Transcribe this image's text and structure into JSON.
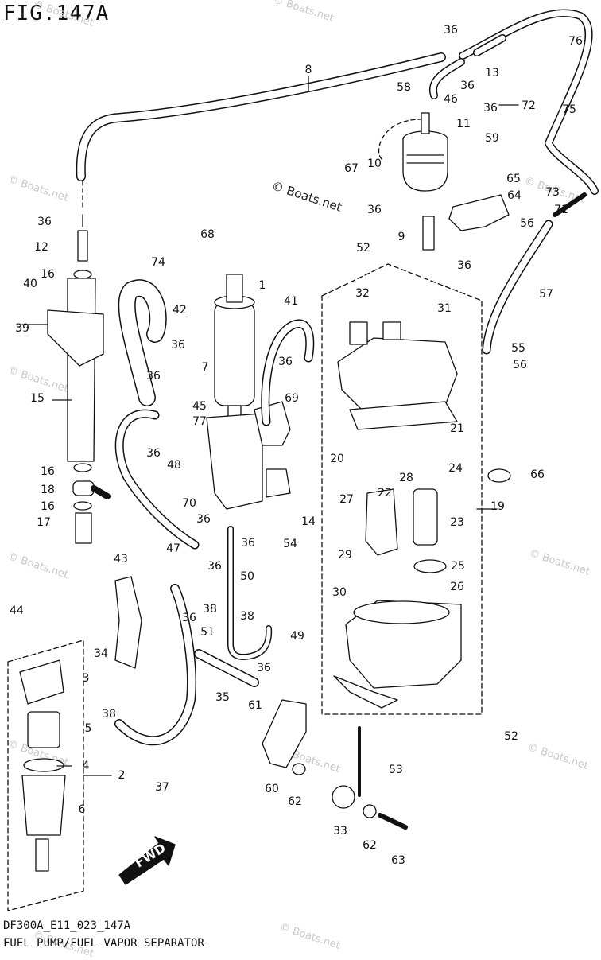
{
  "figure": {
    "title": "FIG.147A",
    "code": "DF300A_E11_023_147A",
    "caption": "FUEL PUMP/FUEL VAPOR SEPARATOR",
    "direction_label": "FWD"
  },
  "watermarks": {
    "faint": "© Boats.net",
    "strong": "© Boats.net"
  },
  "callouts": [
    {
      "id": "c8",
      "label": "8"
    },
    {
      "id": "c36a",
      "label": "36"
    },
    {
      "id": "c36b",
      "label": "36"
    },
    {
      "id": "c13",
      "label": "13"
    },
    {
      "id": "c76",
      "label": "76"
    },
    {
      "id": "c58",
      "label": "58"
    },
    {
      "id": "c46",
      "label": "46"
    },
    {
      "id": "c36c",
      "label": "36"
    },
    {
      "id": "c72",
      "label": "72"
    },
    {
      "id": "c75",
      "label": "75"
    },
    {
      "id": "c11",
      "label": "11"
    },
    {
      "id": "c59",
      "label": "59"
    },
    {
      "id": "c10",
      "label": "10"
    },
    {
      "id": "c67",
      "label": "67"
    },
    {
      "id": "c65",
      "label": "65"
    },
    {
      "id": "c64",
      "label": "64"
    },
    {
      "id": "c73",
      "label": "73"
    },
    {
      "id": "c71",
      "label": "71"
    },
    {
      "id": "c56a",
      "label": "56"
    },
    {
      "id": "c36d",
      "label": "36"
    },
    {
      "id": "c9",
      "label": "9"
    },
    {
      "id": "c52a",
      "label": "52"
    },
    {
      "id": "c36e",
      "label": "36"
    },
    {
      "id": "c68",
      "label": "68"
    },
    {
      "id": "c36f",
      "label": "36"
    },
    {
      "id": "c12",
      "label": "12"
    },
    {
      "id": "c16a",
      "label": "16"
    },
    {
      "id": "c74",
      "label": "74"
    },
    {
      "id": "c1",
      "label": "1"
    },
    {
      "id": "c40",
      "label": "40"
    },
    {
      "id": "c32",
      "label": "32"
    },
    {
      "id": "c57",
      "label": "57"
    },
    {
      "id": "c41",
      "label": "41"
    },
    {
      "id": "c31",
      "label": "31"
    },
    {
      "id": "c42",
      "label": "42"
    },
    {
      "id": "c39",
      "label": "39"
    },
    {
      "id": "c36g",
      "label": "36"
    },
    {
      "id": "c55",
      "label": "55"
    },
    {
      "id": "c7",
      "label": "7"
    },
    {
      "id": "c36h",
      "label": "36"
    },
    {
      "id": "c56b",
      "label": "56"
    },
    {
      "id": "c36i",
      "label": "36"
    },
    {
      "id": "c15",
      "label": "15"
    },
    {
      "id": "c69",
      "label": "69"
    },
    {
      "id": "c45",
      "label": "45"
    },
    {
      "id": "c77",
      "label": "77"
    },
    {
      "id": "c21",
      "label": "21"
    },
    {
      "id": "c36j",
      "label": "36"
    },
    {
      "id": "c20",
      "label": "20"
    },
    {
      "id": "c24",
      "label": "24"
    },
    {
      "id": "c66",
      "label": "66"
    },
    {
      "id": "c16b",
      "label": "16"
    },
    {
      "id": "c48",
      "label": "48"
    },
    {
      "id": "c28",
      "label": "28"
    },
    {
      "id": "c18",
      "label": "18"
    },
    {
      "id": "c22",
      "label": "22"
    },
    {
      "id": "c16c",
      "label": "16"
    },
    {
      "id": "c70",
      "label": "70"
    },
    {
      "id": "c27",
      "label": "27"
    },
    {
      "id": "c19",
      "label": "19"
    },
    {
      "id": "c17",
      "label": "17"
    },
    {
      "id": "c36k",
      "label": "36"
    },
    {
      "id": "c14",
      "label": "14"
    },
    {
      "id": "c23",
      "label": "23"
    },
    {
      "id": "c47",
      "label": "47"
    },
    {
      "id": "c36l",
      "label": "36"
    },
    {
      "id": "c54",
      "label": "54"
    },
    {
      "id": "c29",
      "label": "29"
    },
    {
      "id": "c36m",
      "label": "36"
    },
    {
      "id": "c25",
      "label": "25"
    },
    {
      "id": "c43",
      "label": "43"
    },
    {
      "id": "c50",
      "label": "50"
    },
    {
      "id": "c30",
      "label": "30"
    },
    {
      "id": "c26",
      "label": "26"
    },
    {
      "id": "c38a",
      "label": "38"
    },
    {
      "id": "c44",
      "label": "44"
    },
    {
      "id": "c36n",
      "label": "36"
    },
    {
      "id": "c38b",
      "label": "38"
    },
    {
      "id": "c51",
      "label": "51"
    },
    {
      "id": "c49",
      "label": "49"
    },
    {
      "id": "c34",
      "label": "34"
    },
    {
      "id": "c36o",
      "label": "36"
    },
    {
      "id": "c3",
      "label": "3"
    },
    {
      "id": "c35",
      "label": "35"
    },
    {
      "id": "c38c",
      "label": "38"
    },
    {
      "id": "c61",
      "label": "61"
    },
    {
      "id": "c5",
      "label": "5"
    },
    {
      "id": "c52b",
      "label": "52"
    },
    {
      "id": "c4",
      "label": "4"
    },
    {
      "id": "c2",
      "label": "2"
    },
    {
      "id": "c53",
      "label": "53"
    },
    {
      "id": "c37",
      "label": "37"
    },
    {
      "id": "c60",
      "label": "60"
    },
    {
      "id": "c62a",
      "label": "62"
    },
    {
      "id": "c6",
      "label": "6"
    },
    {
      "id": "c33",
      "label": "33"
    },
    {
      "id": "c62b",
      "label": "62"
    },
    {
      "id": "c63",
      "label": "63"
    }
  ]
}
